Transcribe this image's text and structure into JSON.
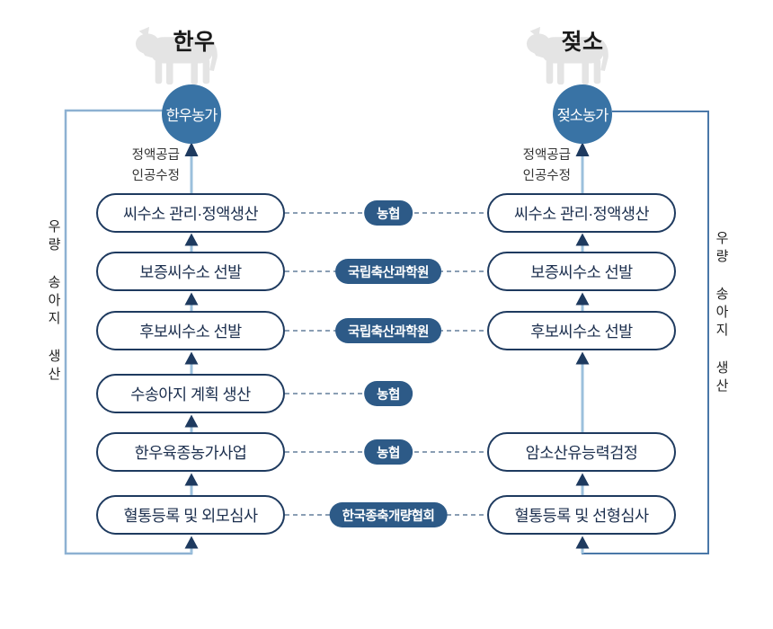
{
  "left": {
    "title": "한우",
    "farm": "한우농가",
    "supply": [
      "정액공급",
      "인공수정"
    ],
    "side_label": "우량 송아지 생산",
    "boxes": [
      "씨수소 관리·정액생산",
      "보증씨수소 선발",
      "후보씨수소 선발",
      "수송아지 계획 생산",
      "한우육종농가사업",
      "혈통등록 및 외모심사"
    ]
  },
  "right": {
    "title": "젖소",
    "farm": "젖소농가",
    "supply": [
      "정액공급",
      "인공수정"
    ],
    "side_label": "우량 송아지 생산",
    "boxes": [
      "씨수소 관리·정액생산",
      "보증씨수소 선발",
      "후보씨수소 선발",
      "암소산유능력검정",
      "혈통등록 및 선형심사"
    ]
  },
  "agencies": [
    "농협",
    "국립축산과학원",
    "국립축산과학원",
    "농협",
    "농협",
    "한국종축개량협회"
  ],
  "colors": {
    "circle_fill": "#3973a5",
    "box_border": "#1e3a5f",
    "box_text": "#1c2f4e",
    "badge_fill": "#2d5a87",
    "badge_text": "#ffffff",
    "arrow_line": "#9cc0dc",
    "arrow_head": "#1e3a5f",
    "bracket_left": "#8db1d2",
    "bracket_right": "#4a78a8",
    "dash_line": "#7a90aa",
    "cow_silhouette": "#e4e4e4",
    "title_text": "#1a1a1a",
    "label_text": "#333333"
  }
}
